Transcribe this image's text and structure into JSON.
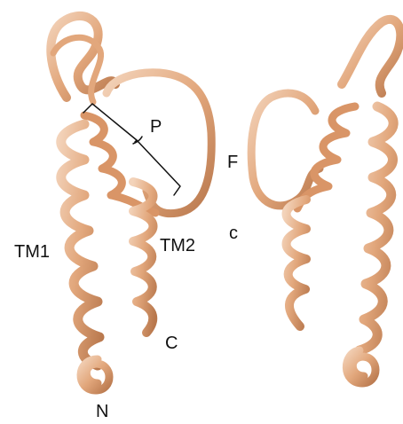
{
  "labels": {
    "p": "P",
    "f": "F",
    "c_lower": "c",
    "tm1": "TM1",
    "tm2": "TM2",
    "c_terminus": "C",
    "n_terminus": "N"
  },
  "colors": {
    "ribbon": "#e2a77c",
    "ribbon_light": "#f3d3ba",
    "ribbon_dark": "#b8774c",
    "bracket": "#111111"
  }
}
